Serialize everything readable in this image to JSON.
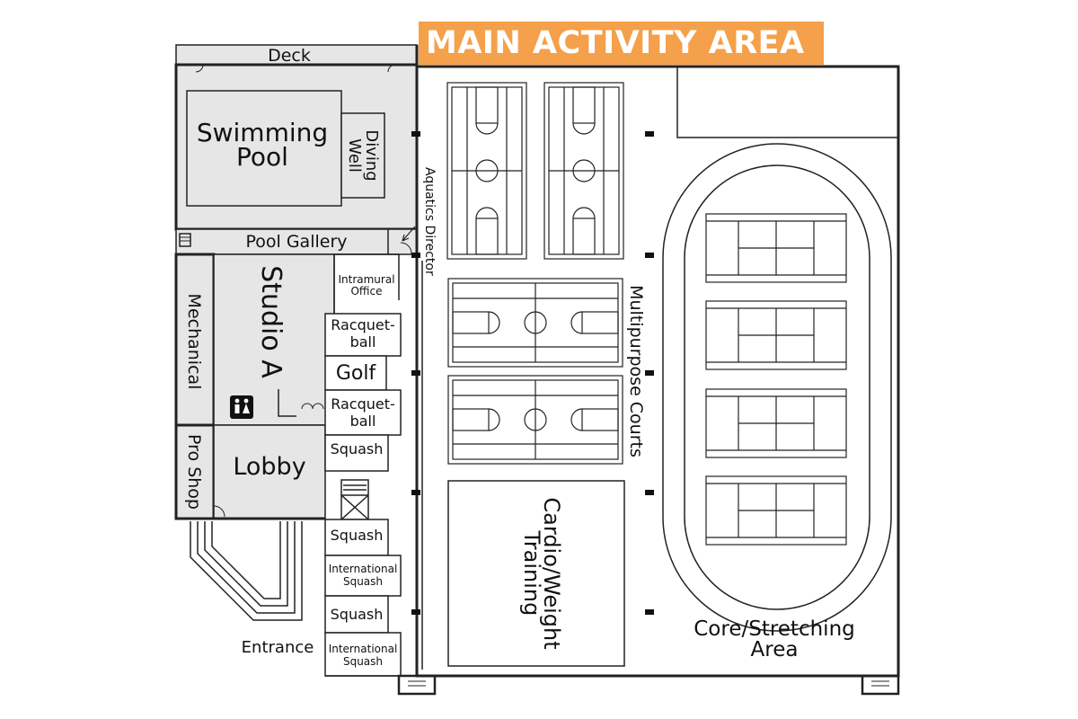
{
  "banner": "MAIN ACTIVITY AREA",
  "rooms": {
    "deck": "Deck",
    "swimming_pool": [
      "Swimming",
      "Pool"
    ],
    "diving_well": [
      "Diving",
      "Well"
    ],
    "pool_gallery": "Pool Gallery",
    "aquatics_director": "Aquatics Director",
    "studio_a": "Studio A",
    "mechanical": "Mechanical",
    "pro_shop": "Pro Shop",
    "lobby": "Lobby",
    "intramural_office": [
      "Intramural",
      "Office"
    ],
    "racquetball_1": [
      "Racquet-",
      "ball"
    ],
    "golf": "Golf",
    "racquetball_2": [
      "Racquet-",
      "ball"
    ],
    "squash_1": "Squash",
    "squash_2": "Squash",
    "international_squash_1": [
      "International",
      "Squash"
    ],
    "squash_3": "Squash",
    "international_squash_2": [
      "International",
      "Squash"
    ],
    "entrance": "Entrance",
    "multipurpose_courts": "Multipurpose Courts",
    "cardio_weight": [
      "Cardio/Weight",
      "Training"
    ],
    "core_stretching": [
      "Core/Stretching",
      "Area"
    ]
  },
  "colors": {
    "banner": "#f5a04a",
    "shaded_room": "#e6e6e6",
    "line": "#1a1a1a"
  }
}
